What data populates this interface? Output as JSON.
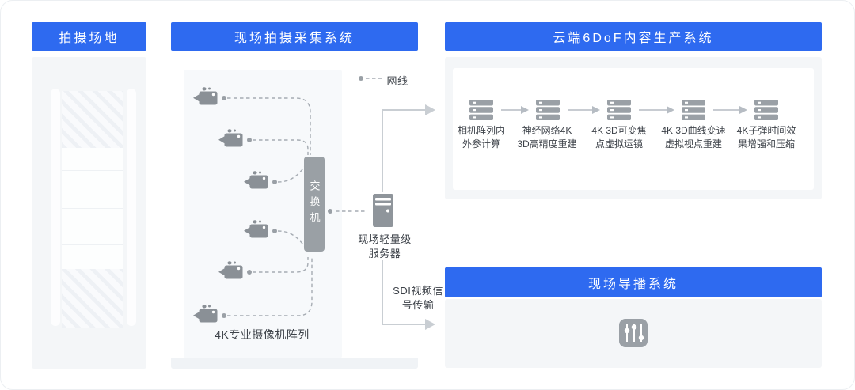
{
  "colors": {
    "accent": "#2e6af0",
    "icon_gray": "#9aa0a6",
    "arrow_gray": "#c9ced3",
    "dash_gray": "#a6acb3"
  },
  "venue": {
    "title": "拍摄场地"
  },
  "capture": {
    "title": "现场拍摄采集系统",
    "legend": {
      "label": "网线"
    },
    "switch_label": "交换机",
    "server_label": [
      "现场轻量级",
      "服务器"
    ],
    "array_label": "4K专业摄像机阵列"
  },
  "cloud": {
    "title": "云端6DoF内容生产系统",
    "stages": [
      {
        "line1": "相机阵列内",
        "line2": "外参计算"
      },
      {
        "line1": "神经网络4K",
        "line2": "3D高精度重建"
      },
      {
        "line1": "4K 3D可变焦",
        "line2": "点虚拟运镜"
      },
      {
        "line1": "4K 3D曲线变速",
        "line2": "虚拟视点重建"
      },
      {
        "line1": "4K子弹时间效",
        "line2": "果增强和压缩"
      }
    ]
  },
  "director": {
    "title": "现场导播系统"
  },
  "connections": {
    "sdi_line1": "SDI视频信",
    "sdi_line2": "号传输"
  }
}
